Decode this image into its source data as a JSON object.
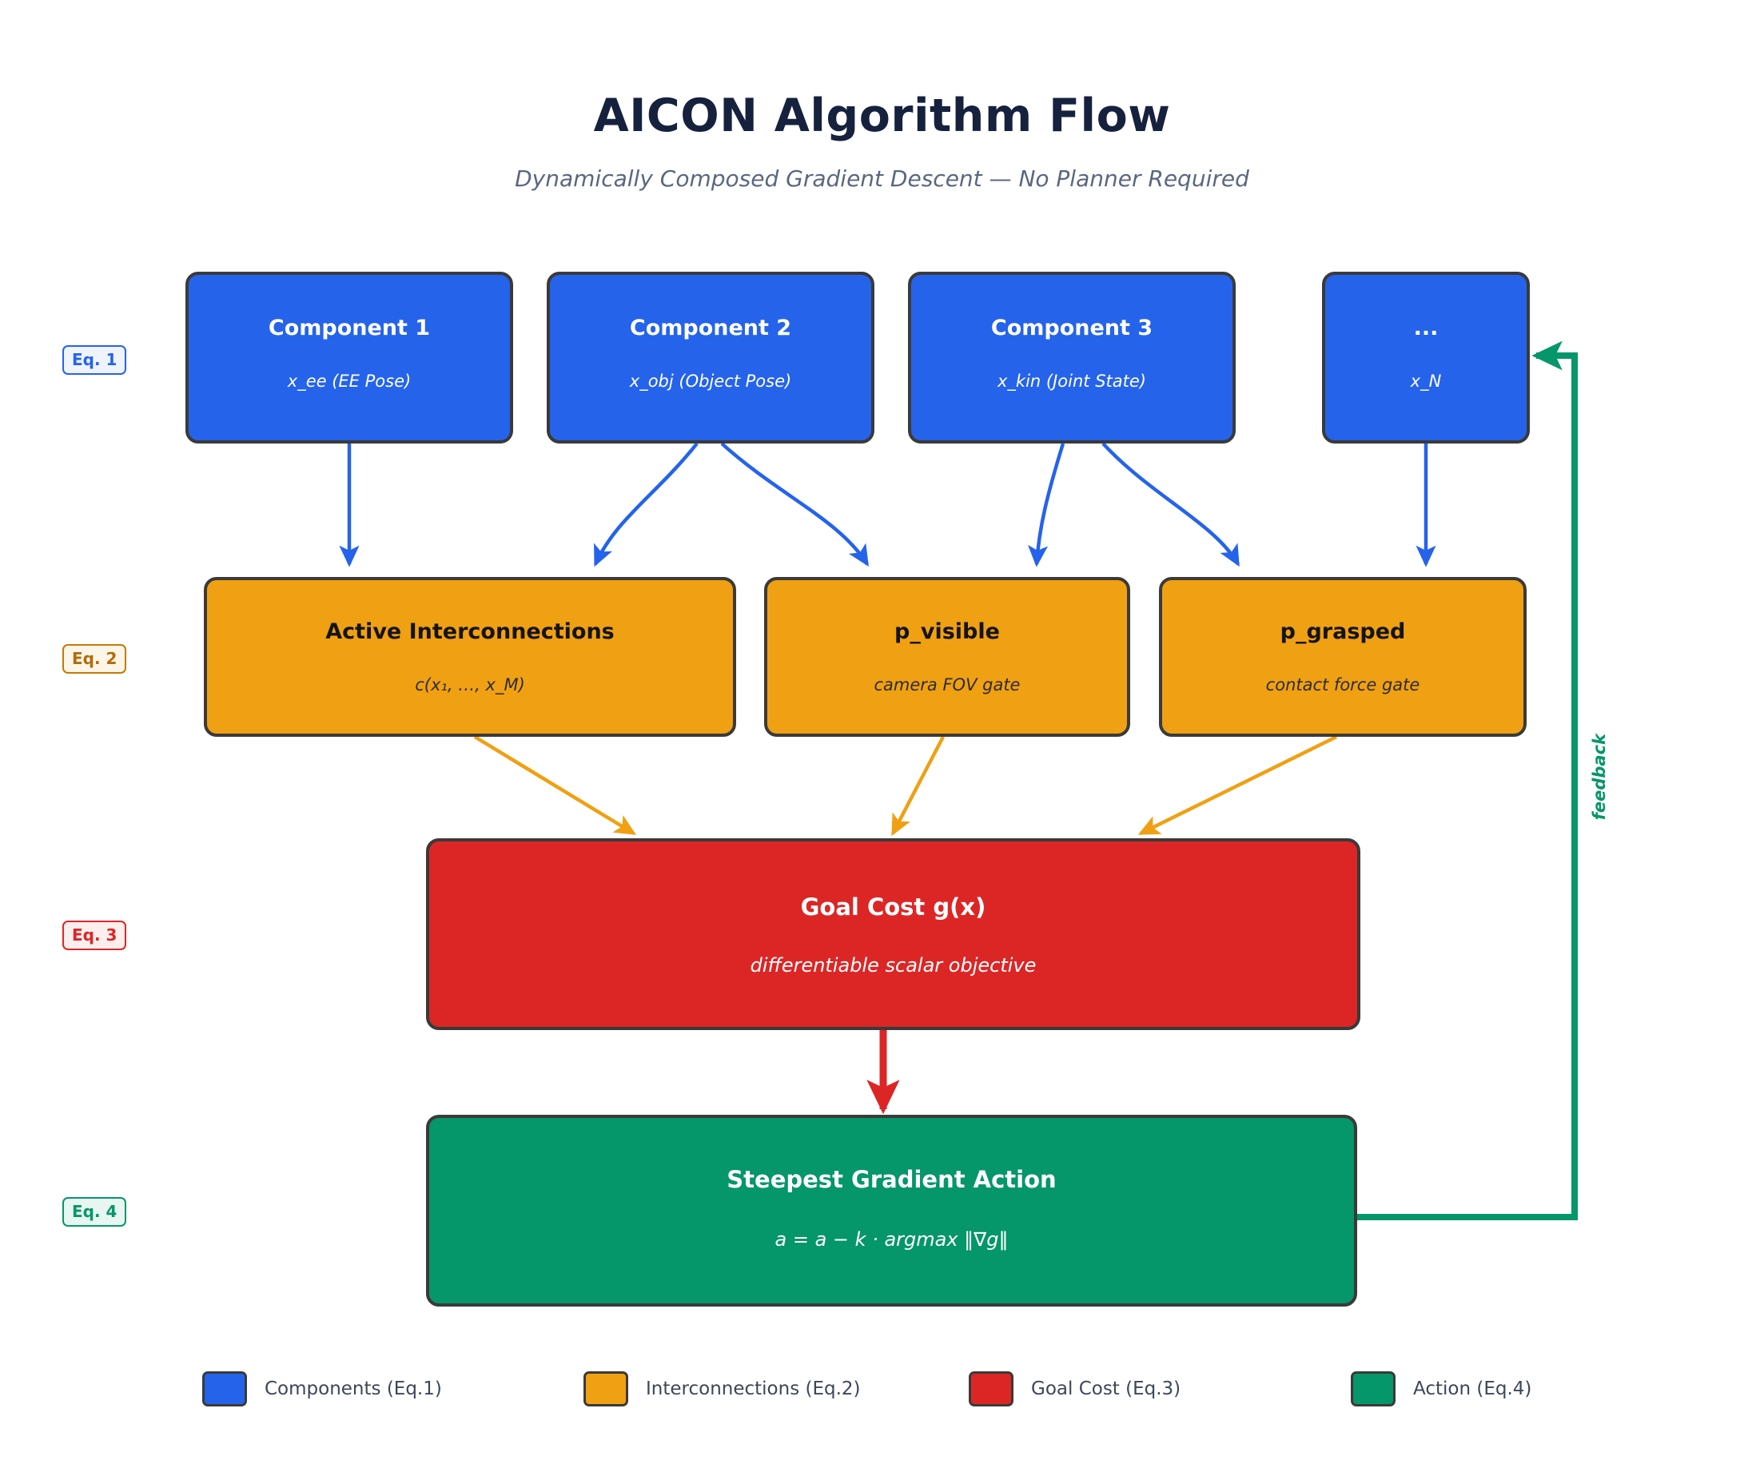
{
  "header": {
    "title": "AICON Algorithm Flow",
    "subtitle": "Dynamically Composed Gradient Descent  —  No Planner Required"
  },
  "colors": {
    "components": "#2563eb",
    "interconnections": "#f0a013",
    "goal_cost": "#dc2626",
    "action": "#059669",
    "node_border": "#3a3a38",
    "title_text": "#16213e",
    "subtitle_text": "#5a6780"
  },
  "eq_badges": [
    {
      "id": "eq1",
      "label": "Eq. 1"
    },
    {
      "id": "eq2",
      "label": "Eq. 2"
    },
    {
      "id": "eq3",
      "label": "Eq. 3"
    },
    {
      "id": "eq4",
      "label": "Eq. 4"
    }
  ],
  "nodes": {
    "components": [
      {
        "title": "Component 1",
        "sub": "x_ee  (EE Pose)"
      },
      {
        "title": "Component 2",
        "sub": "x_obj  (Object Pose)"
      },
      {
        "title": "Component 3",
        "sub": "x_kin  (Joint State)"
      },
      {
        "title": "...",
        "sub": "x_N"
      }
    ],
    "interconnections": [
      {
        "title": "Active Interconnections",
        "sub": "c(x₁, …, x_M)"
      },
      {
        "title": "p_visible",
        "sub": "camera FOV gate"
      },
      {
        "title": "p_grasped",
        "sub": "contact force gate"
      }
    ],
    "goal": {
      "title": "Goal Cost  g(x)",
      "sub": "differentiable scalar objective"
    },
    "action": {
      "title": "Steepest Gradient Action",
      "sub": "a = a − k · argmax ‖∇g‖"
    }
  },
  "feedback": {
    "label": "feedback"
  },
  "legend": [
    {
      "label": "Components (Eq.1)",
      "color": "#2563eb"
    },
    {
      "label": "Interconnections (Eq.2)",
      "color": "#f0a013"
    },
    {
      "label": "Goal Cost (Eq.3)",
      "color": "#dc2626"
    },
    {
      "label": "Action (Eq.4)",
      "color": "#059669"
    }
  ]
}
